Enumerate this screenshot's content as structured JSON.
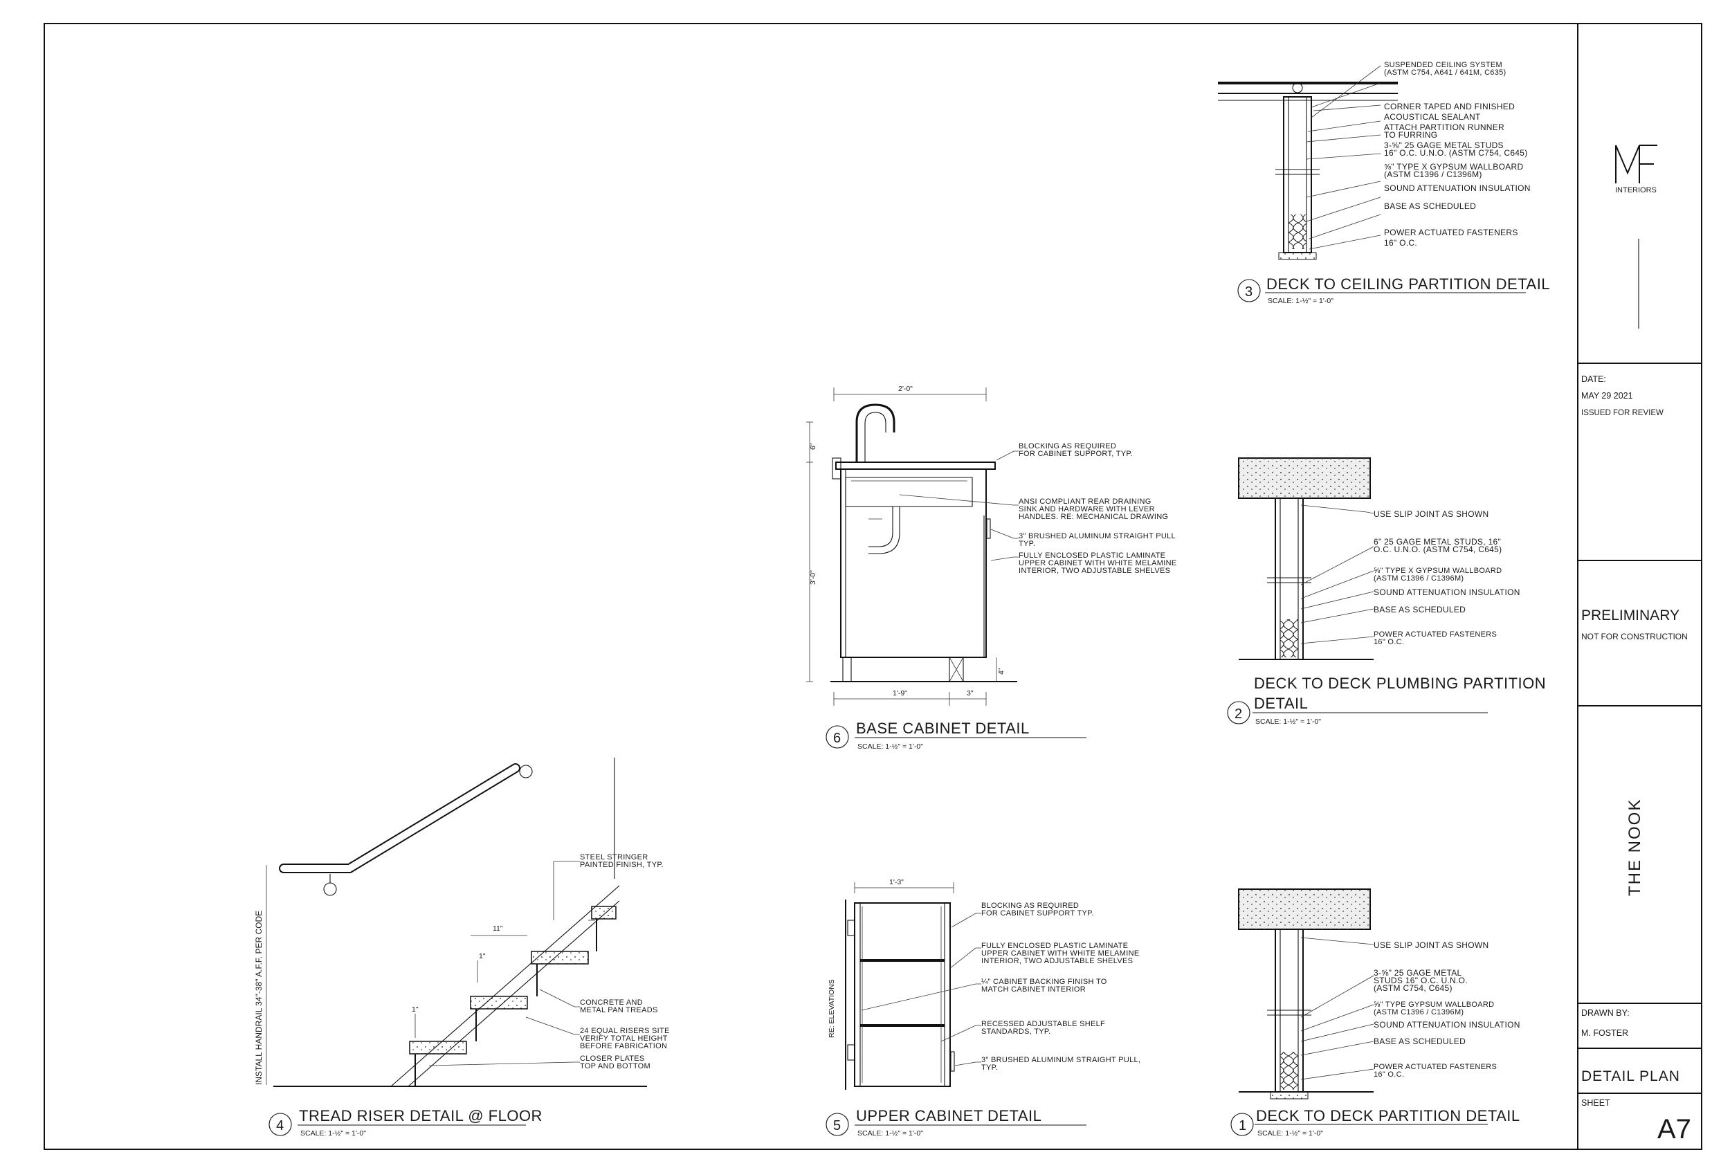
{
  "title_block": {
    "logo": "MF",
    "logo_sub": "INTERIORS",
    "date_label": "DATE:",
    "date_value": "MAY 29 2021",
    "issue_status": "ISSUED FOR REVIEW",
    "stamp_main": "PRELIMINARY",
    "stamp_sub": "NOT FOR CONSTRUCTION",
    "project_name": "THE NOOK",
    "drawn_by_label": "DRAWN BY:",
    "drawn_by_value": "M. FOSTER",
    "sheet_title": "DETAIL PLAN",
    "sheet_label": "SHEET",
    "sheet_number": "A7"
  },
  "details": {
    "d1": {
      "number": "1",
      "title": "DECK TO DECK PARTITION DETAIL",
      "scale": "SCALE: 1-½\" = 1'-0\"",
      "notes": [
        "USE SLIP JOINT AS SHOWN",
        "3-⅝\" 25 GAGE METAL",
        "STUDS 16\" O.C. U.N.O.",
        "(ASTM C754, C645)",
        "⅝\" TYPE GYPSUM WALLBOARD",
        "(ASTM C1396 / C1396M)",
        "SOUND ATTENUATION INSULATION",
        "BASE AS SCHEDULED",
        "POWER ACTUATED FASTENERS",
        "16\" O.C."
      ]
    },
    "d2": {
      "number": "2",
      "title_line1": "DECK TO DECK PLUMBING PARTITION",
      "title_line2": "DETAIL",
      "scale": "SCALE: 1-½\" = 1'-0\"",
      "notes": [
        "USE SLIP JOINT AS SHOWN",
        "6\" 25 GAGE METAL STUDS, 16\"",
        "O.C. U.N.O. (ASTM C754, C645)",
        "⅝\" TYPE X GYPSUM WALLBOARD",
        "(ASTM C1396 / C1396M)",
        "SOUND ATTENUATION INSULATION",
        "BASE AS SCHEDULED",
        "POWER ACTUATED FASTENERS",
        "16\" O.C."
      ]
    },
    "d3": {
      "number": "3",
      "title": "DECK TO CEILING PARTITION DETAIL",
      "scale": "SCALE: 1-½\" = 1'-0\"",
      "notes": [
        "SUSPENDED CEILING SYSTEM",
        "(ASTM C754, A641 / 641M, C635)",
        "CORNER TAPED AND FINISHED",
        "ACOUSTICAL SEALANT",
        "ATTACH PARTITION RUNNER",
        "TO FURRING",
        "3-⅝\" 25 GAGE METAL STUDS",
        "16\" O.C. U.N.O. (ASTM C754, C645)",
        "⅝\" TYPE X GYPSUM WALLBOARD",
        "(ASTM C1396 / C1396M)",
        "SOUND ATTENUATION INSULATION",
        "BASE AS SCHEDULED",
        "POWER ACTUATED FASTENERS",
        "16\" O.C."
      ]
    },
    "d4": {
      "number": "4",
      "title": "TREAD RISER DETAIL @ FLOOR",
      "scale": "SCALE: 1-½\" = 1'-0\"",
      "vertical_note": "INSTALL HANDRAIL 34\"-38\" A.F.F. PER CODE",
      "dims": [
        "11\"",
        "1\"",
        "1\""
      ],
      "notes": [
        "STEEL STRINGER",
        "PAINTED FINISH, TYP.",
        "CONCRETE AND",
        "METAL PAN TREADS",
        "24 EQUAL RISERS SITE",
        "VERIFY TOTAL HEIGHT",
        "BEFORE FABRICATION",
        "CLOSER PLATES",
        "TOP AND BOTTOM"
      ]
    },
    "d5": {
      "number": "5",
      "title": "UPPER CABINET DETAIL",
      "scale": "SCALE: 1-½\" = 1'-0\"",
      "side_note": "RE: ELEVATIONS",
      "dims": [
        "1'-3\""
      ],
      "notes": [
        "BLOCKING AS REQUIRED",
        "FOR CABINET SUPPORT TYP.",
        "FULLY ENCLOSED PLASTIC LAMINATE",
        "UPPER CABINET WITH WHITE MELAMINE",
        "INTERIOR, TWO ADJUSTABLE SHELVES",
        "¼\" CABINET BACKING FINISH TO",
        "MATCH CABINET INTERIOR",
        "RECESSED ADJUSTABLE SHELF",
        "STANDARDS, TYP.",
        "3\" BRUSHED ALUMINUM STRAIGHT PULL,",
        "TYP."
      ]
    },
    "d6": {
      "number": "6",
      "title": "BASE CABINET DETAIL",
      "scale": "SCALE: 1-½\" = 1'-0\"",
      "dims": [
        "2'-0\"",
        "6\"",
        "3'-0\"",
        "4\"",
        "1'-9\"",
        "3\""
      ],
      "notes": [
        "BLOCKING AS REQUIRED",
        "FOR CABINET SUPPORT, TYP.",
        "ANSI COMPLIANT REAR DRAINING",
        "SINK AND HARDWARE WITH LEVER",
        "HANDLES. RE: MECHANICAL DRAWING",
        "3\" BRUSHED ALUMINUM STRAIGHT PULL",
        "TYP.",
        "FULLY ENCLOSED PLASTIC LAMINATE",
        "UPPER CABINET WITH WHITE MELAMINE",
        "INTERIOR, TWO ADJUSTABLE SHELVES"
      ]
    }
  }
}
